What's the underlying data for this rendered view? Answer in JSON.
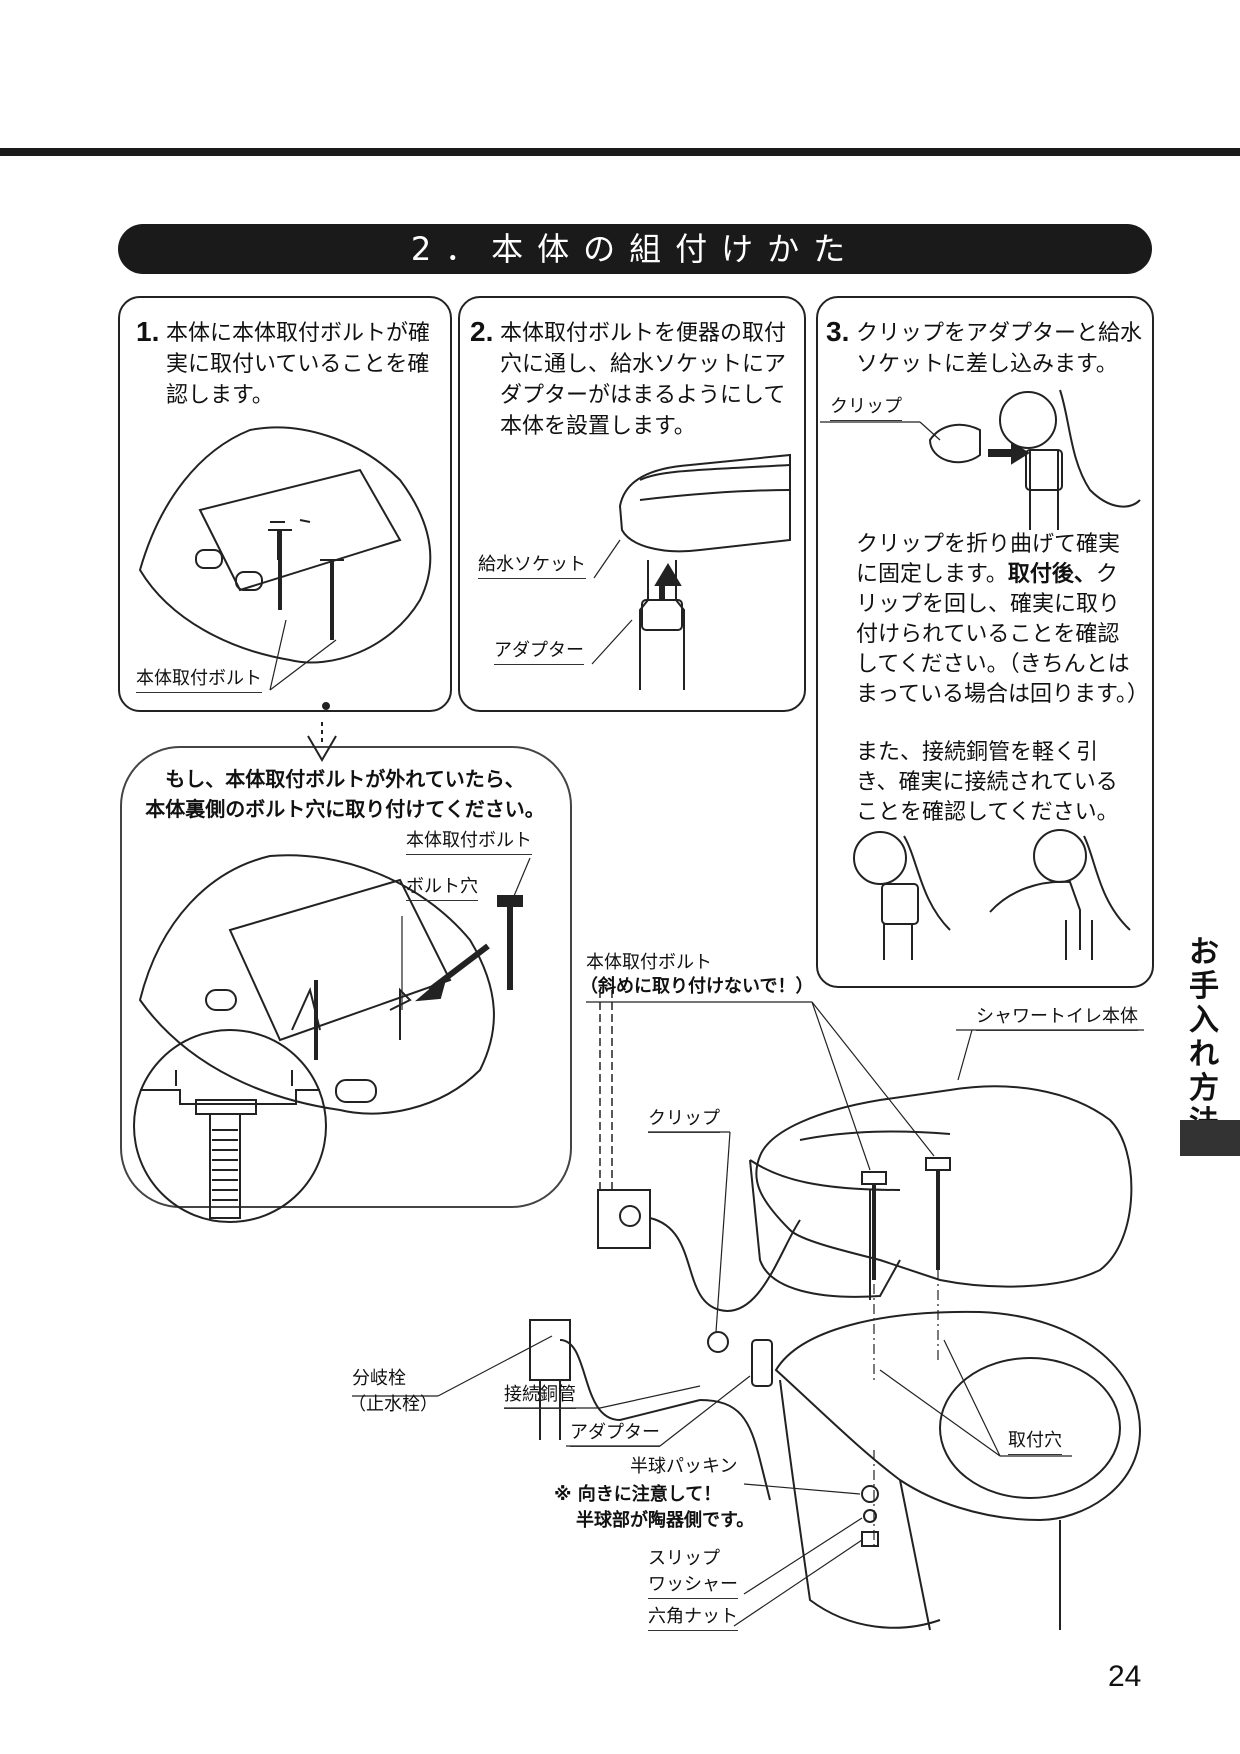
{
  "section_title": "2．本体の組付けかた",
  "steps": [
    {
      "num": "1.",
      "text": "本体に本体取付ボルトが確実に取付いていることを確認します。"
    },
    {
      "num": "2.",
      "text": "本体取付ボルトを便器の取付穴に通し、給水ソケットにアダプターがはまるようにして本体を設置します。"
    },
    {
      "num": "3.",
      "text": "クリップをアダプターと給水ソケットに差し込みます。"
    }
  ],
  "labels": {
    "step1_bolt": "本体取付ボルト",
    "step2_socket": "給水ソケット",
    "step2_adapter": "アダプター",
    "step3_clip": "クリップ",
    "warn_bolt": "本体取付ボルト",
    "warn_hole": "ボルト穴",
    "main_bolt": "本体取付ボルト",
    "main_bolt_note": "（斜めに取り付けないで！）",
    "main_body": "シャワートイレ本体",
    "main_clip": "クリップ",
    "main_valve": "分岐栓",
    "main_valve_note": "（止水栓）",
    "main_pipe": "接続銅管",
    "main_adapter": "アダプター",
    "main_hole": "取付穴",
    "main_packing": "半球パッキン",
    "main_packing_note1": "※ 向きに注意して！",
    "main_packing_note2": "半球部が陶器側です。",
    "main_slip1": "スリップ",
    "main_slip2": "ワッシャー",
    "main_nut": "六角ナット"
  },
  "warning": {
    "line1": "もし、本体取付ボルトが外れていたら、",
    "line2": "本体裏側のボルト穴に取り付けてください。"
  },
  "step3_paras": {
    "p1a": "クリップを折り曲げて確実に固定します。",
    "p1b": "取付後、",
    "p1c": "クリップを回し、確実に取り付けられていることを確認してください。（きちんとはまっている場合は回ります。）",
    "p2": "また、接続銅管を軽く引き、確実に接続されていることを確認してください。"
  },
  "side_tab": "お手入れ方法",
  "page_number": "24"
}
